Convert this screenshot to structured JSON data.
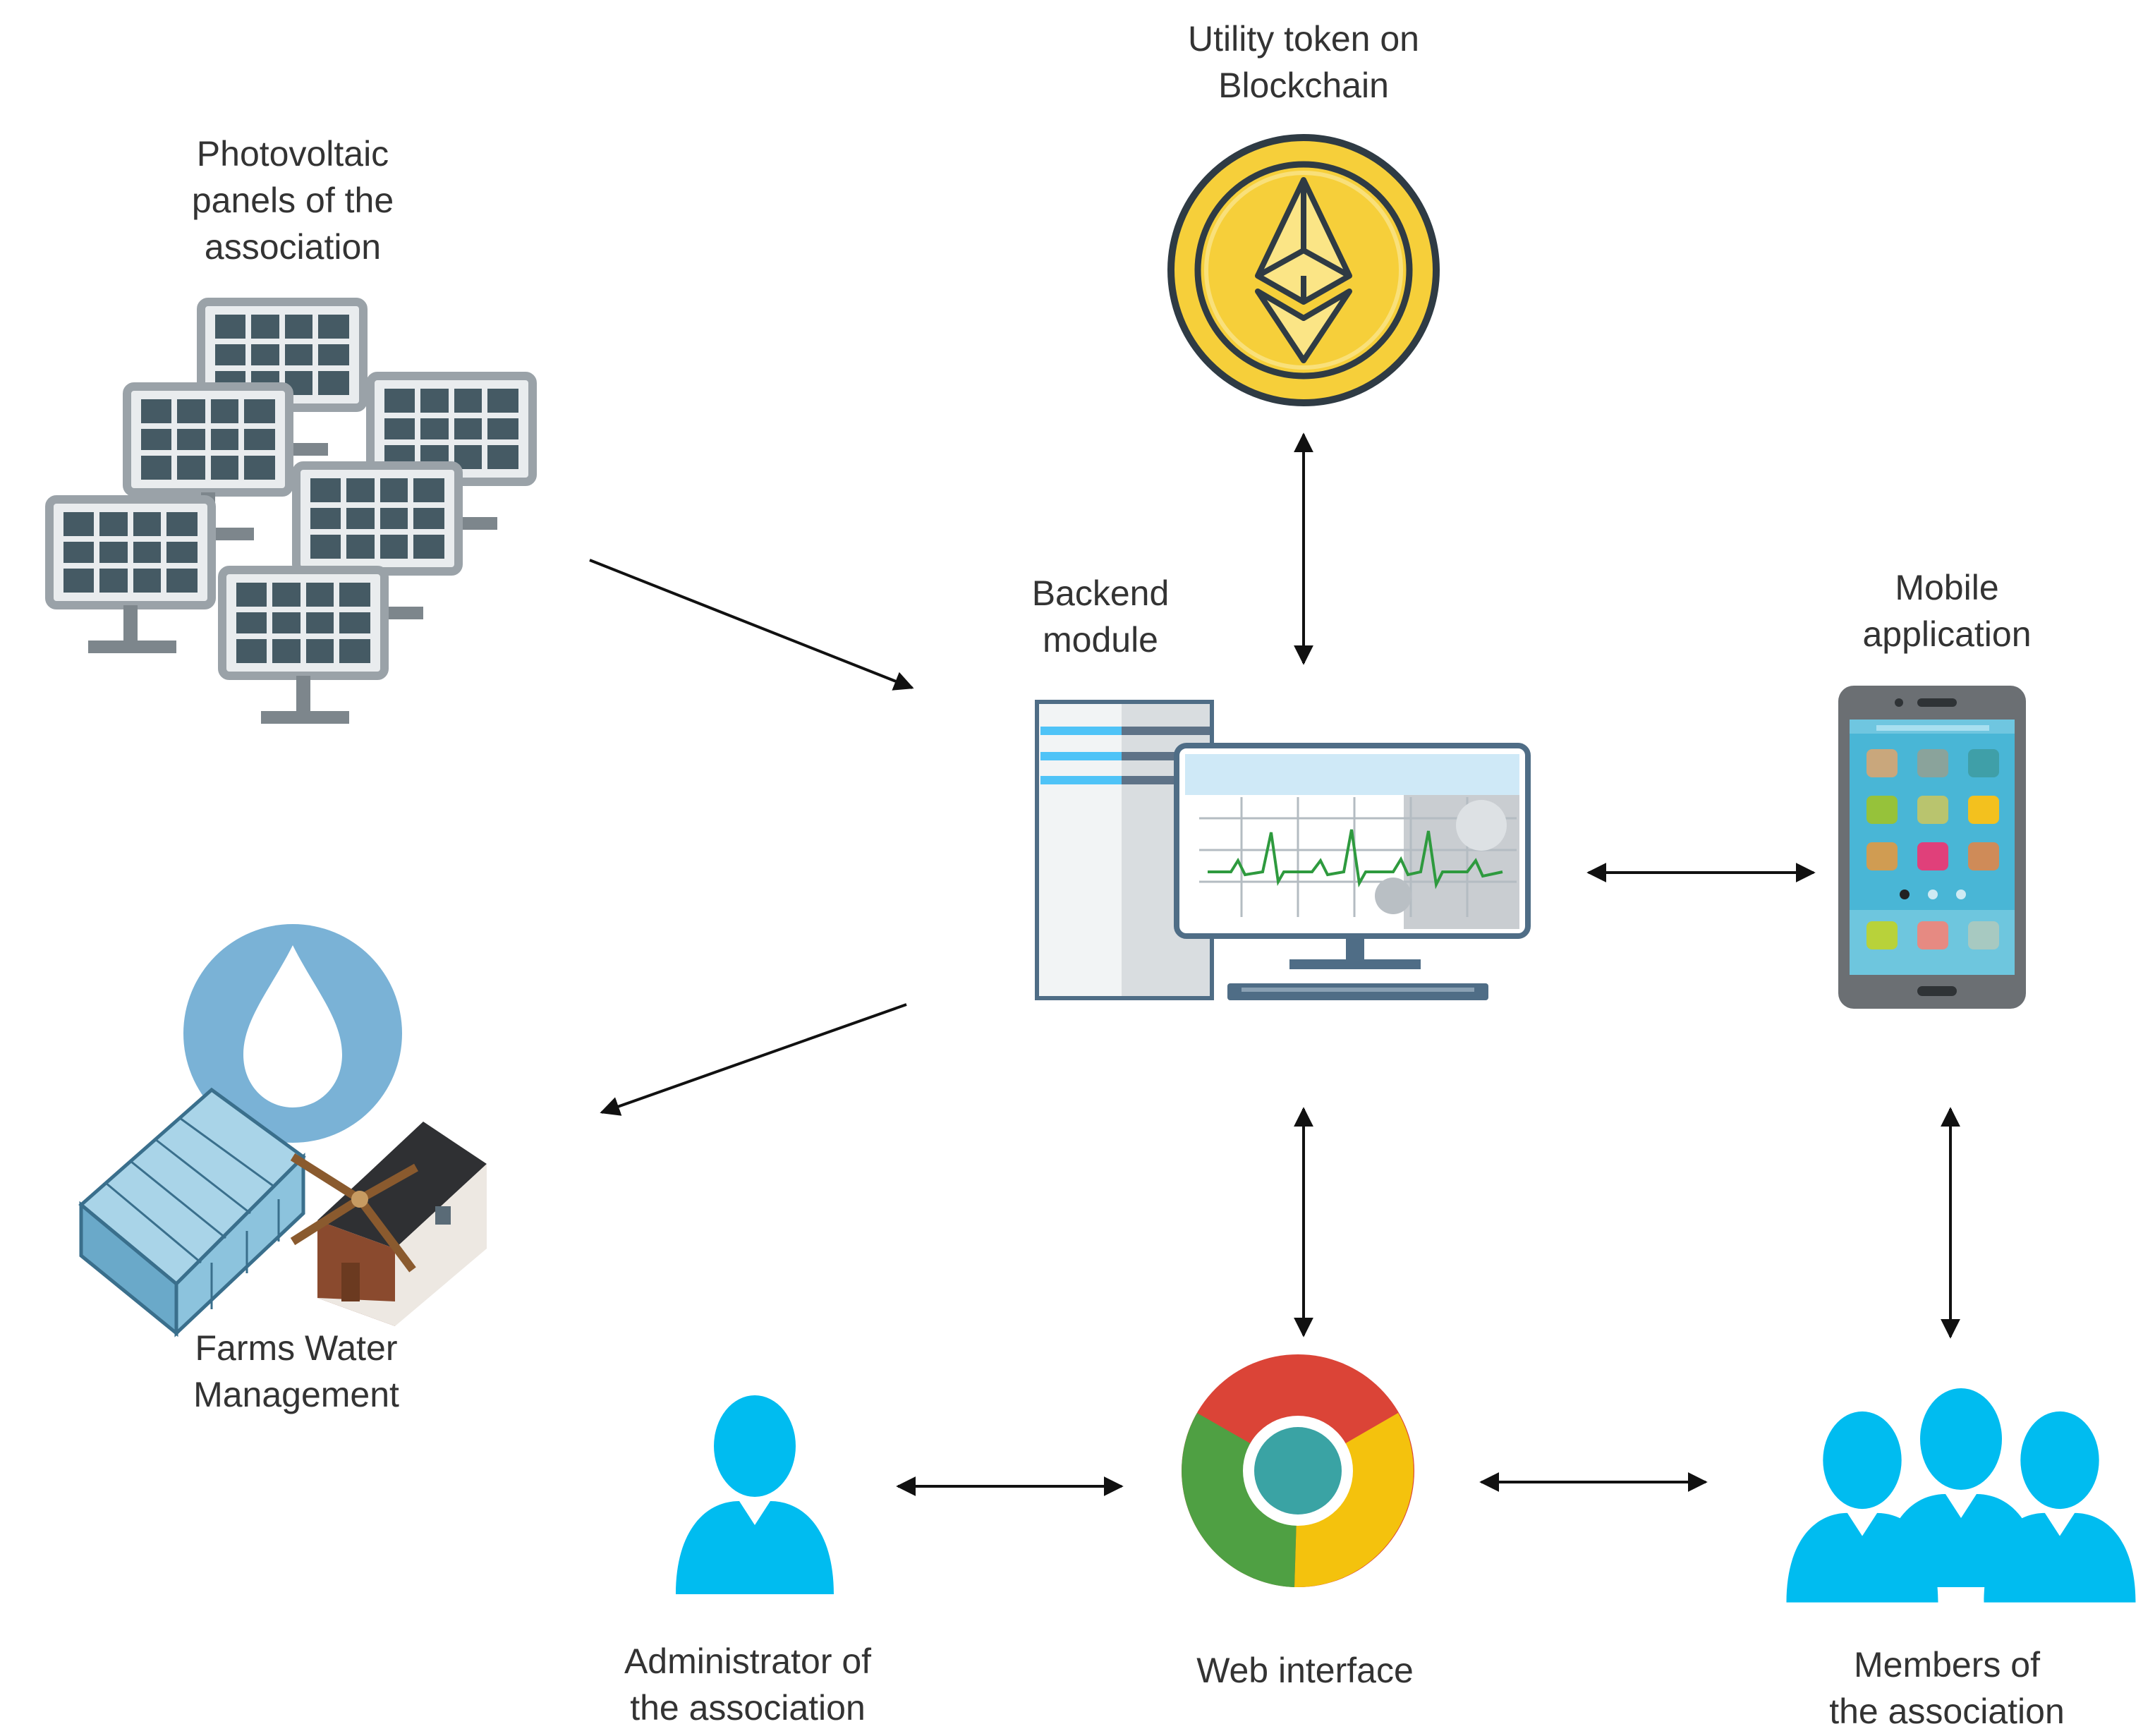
{
  "nodes": {
    "utility_token": {
      "label": "Utility token on\nBlockchain",
      "icon": "ethereum-coin-icon"
    },
    "photovoltaic": {
      "label": "Photovoltaic\npanels of the\nassociation",
      "icon": "solar-panels-icon"
    },
    "backend": {
      "label": "Backend\nmodule",
      "icon": "server-monitor-icon"
    },
    "mobile": {
      "label": "Mobile\napplication",
      "icon": "smartphone-icon"
    },
    "farms": {
      "label": "Farms Water\nManagement",
      "icon": "farm-water-icon"
    },
    "admin": {
      "label": "Administrator of\nthe association",
      "icon": "user-icon"
    },
    "web": {
      "label": "Web interface",
      "icon": "chrome-browser-icon"
    },
    "members": {
      "label": "Members of\nthe association",
      "icon": "users-group-icon"
    }
  },
  "edges": [
    {
      "from": "photovoltaic",
      "to": "backend",
      "direction": "one-way"
    },
    {
      "from": "backend",
      "to": "farms",
      "direction": "one-way"
    },
    {
      "from": "backend",
      "to": "utility_token",
      "direction": "two-way"
    },
    {
      "from": "backend",
      "to": "mobile",
      "direction": "two-way"
    },
    {
      "from": "backend",
      "to": "web",
      "direction": "two-way"
    },
    {
      "from": "mobile",
      "to": "members",
      "direction": "two-way"
    },
    {
      "from": "admin",
      "to": "web",
      "direction": "two-way"
    },
    {
      "from": "web",
      "to": "members",
      "direction": "two-way"
    }
  ],
  "colors": {
    "arrow": "#111111",
    "coin_gold": "#f6cf3a",
    "coin_ring": "#2f3b44",
    "panel_frame": "#9aa2a8",
    "panel_cell": "#455a64",
    "person_blue": "#00bcf0",
    "water_blue": "#7ab2d6",
    "phone_body": "#6b6f73",
    "phone_screen": "#49b6d6"
  }
}
